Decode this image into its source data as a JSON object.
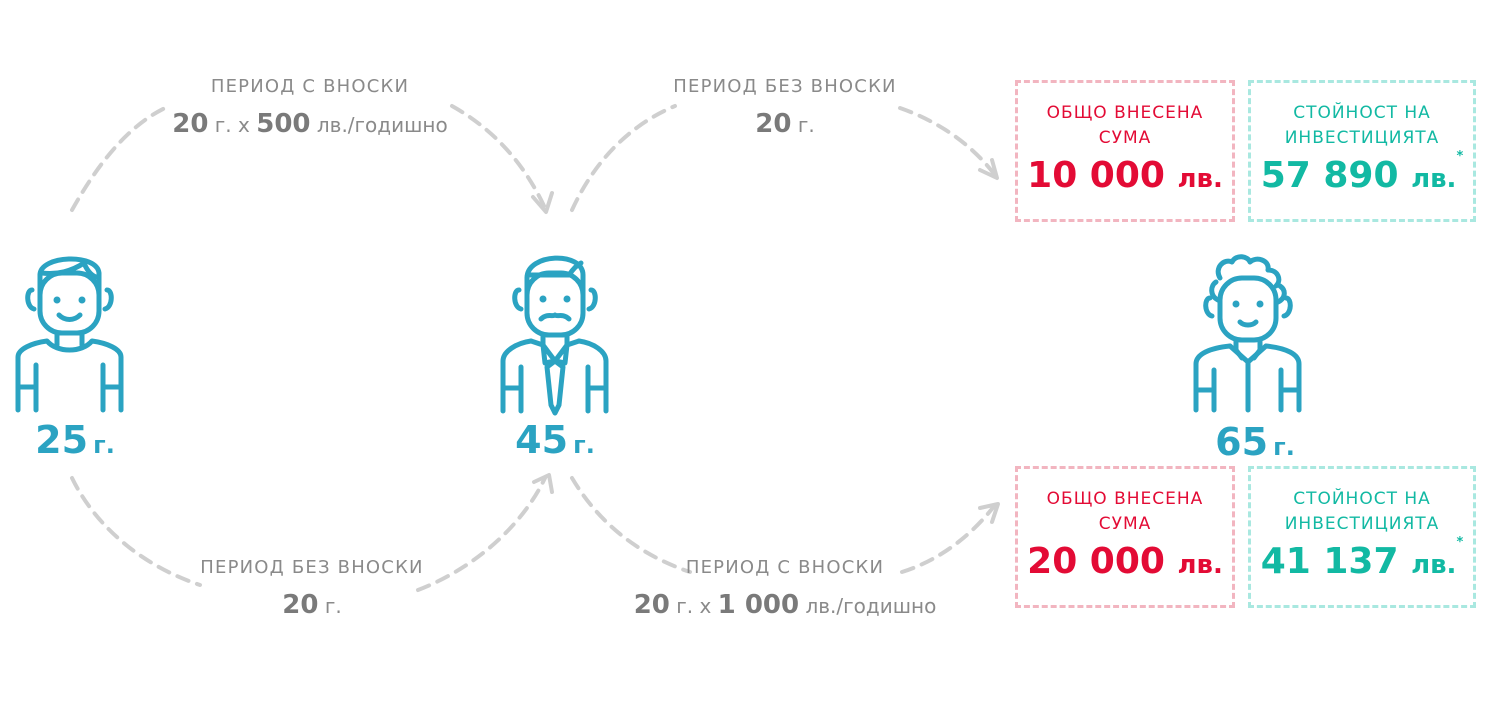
{
  "colors": {
    "person": "#2ba3c2",
    "red": "#e30b35",
    "teal": "#12b9a3",
    "arc": "#cfcfcf",
    "text_gray": "#8a8a8a"
  },
  "ages": [
    {
      "num": "25",
      "unit": "г.",
      "icon": "young-man-icon"
    },
    {
      "num": "45",
      "unit": "г.",
      "icon": "businessman-icon"
    },
    {
      "num": "65",
      "unit": "г.",
      "icon": "elderly-man-icon"
    }
  ],
  "periods": {
    "top_left": {
      "title": "ПЕРИОД С ВНОСКИ",
      "years": "20",
      "years_unit": "г.",
      "x": "х",
      "amount": "500",
      "amount_unit": "лв./годишно"
    },
    "top_right": {
      "title": "ПЕРИОД БЕЗ ВНОСКИ",
      "years": "20",
      "years_unit": "г."
    },
    "bottom_left": {
      "title": "ПЕРИОД БЕЗ ВНОСКИ",
      "years": "20",
      "years_unit": "г."
    },
    "bottom_right": {
      "title": "ПЕРИОД С ВНОСКИ",
      "years": "20",
      "years_unit": "г.",
      "x": "х",
      "amount": "1 000",
      "amount_unit": "лв./годишно"
    }
  },
  "results": {
    "top": {
      "contributed": {
        "title_line1": "ОБЩО ВНЕСЕНА",
        "title_line2": "СУМА",
        "value": "10 000",
        "unit": "лв."
      },
      "investment": {
        "title_line1": "СТОЙНОСТ НА",
        "title_line2": "ИНВЕСТИЦИЯТА",
        "value": "57 890",
        "unit": "лв.",
        "note": "*"
      }
    },
    "bottom": {
      "contributed": {
        "title_line1": "ОБЩО ВНЕСЕНА",
        "title_line2": "СУМА",
        "value": "20 000",
        "unit": "лв."
      },
      "investment": {
        "title_line1": "СТОЙНОСТ НА",
        "title_line2": "ИНВЕСТИЦИЯТА",
        "value": "41 137",
        "unit": "лв.",
        "note": "*"
      }
    }
  }
}
